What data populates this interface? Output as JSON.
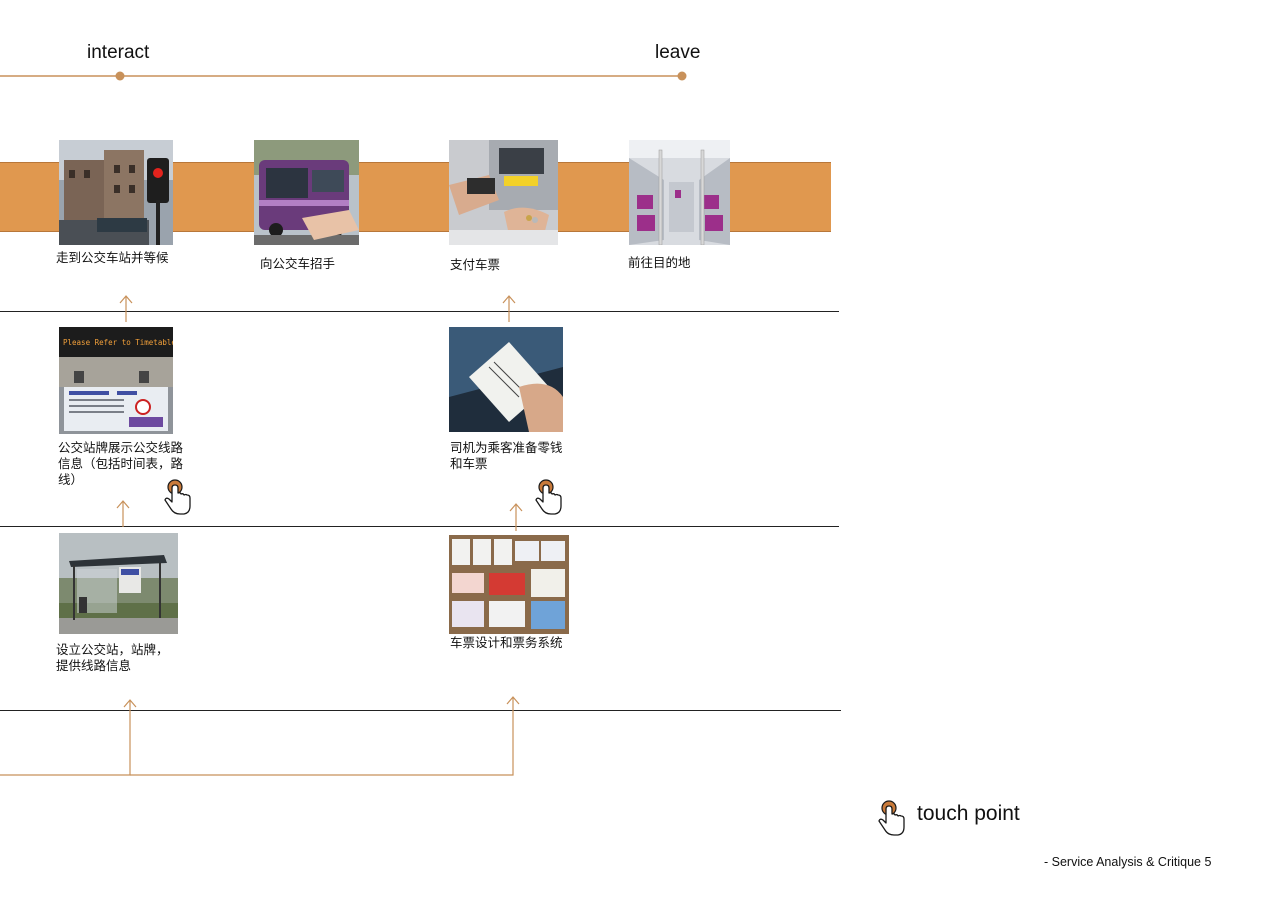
{
  "phases": {
    "interact": "interact",
    "leave": "leave"
  },
  "frontstage": [
    {
      "caption": "走到公交车站并等候"
    },
    {
      "caption": "向公交车招手"
    },
    {
      "caption": "支付车票"
    },
    {
      "caption": "前往目的地"
    }
  ],
  "touchpoints": [
    {
      "caption": "公交站牌展示公交线路信息（包括时间表，路线）",
      "sign_text": "Please Refer to Timetable"
    },
    {
      "caption": "司机为乘客准备零钱和车票"
    }
  ],
  "support": [
    {
      "caption": "设立公交站，站牌，提供线路信息"
    },
    {
      "caption": "车票设计和票务系统"
    }
  ],
  "legend": {
    "label": "touch point",
    "icon": "hand-pointer-icon"
  },
  "footer": "- Service Analysis & Critique 5",
  "colors": {
    "band": "#e0984f",
    "timeline": "#c8915a",
    "accent": "#c97a3a"
  }
}
